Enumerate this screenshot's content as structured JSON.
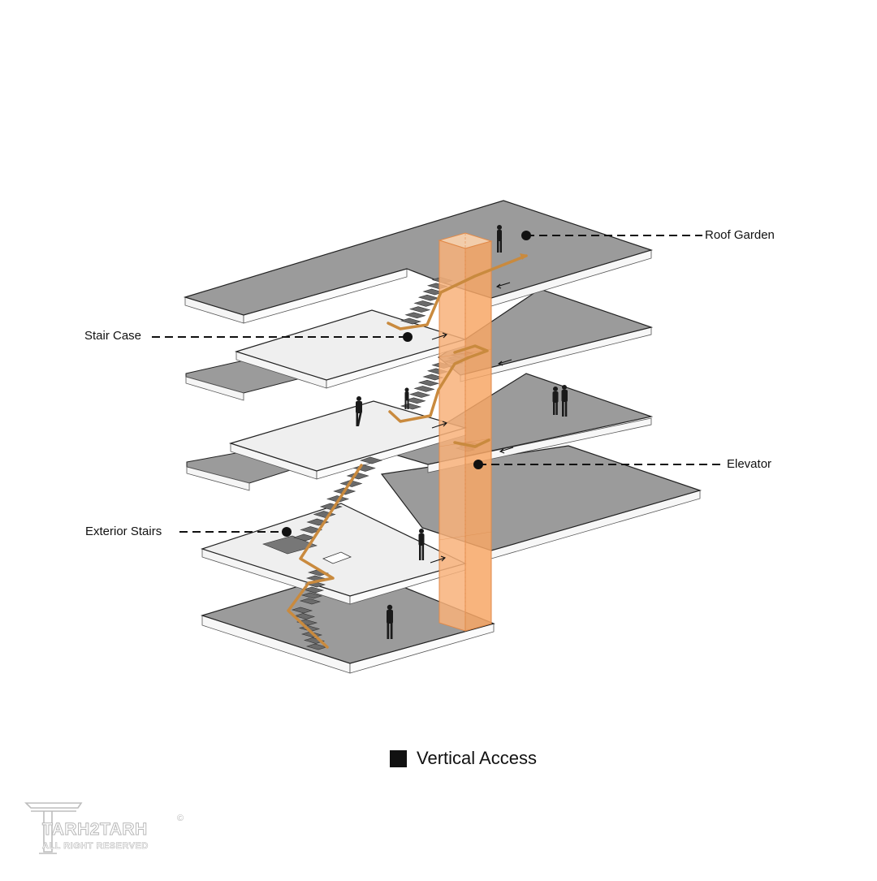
{
  "labels": {
    "roof_garden": "Roof Garden",
    "stair_case": "Stair Case",
    "elevator": "Elevator",
    "exterior_stairs": "Exterior Stairs"
  },
  "legend": {
    "text": "Vertical Access",
    "swatch_color": "#111111"
  },
  "watermark": {
    "name": "TARH2TARH",
    "rights": "ALL RIGHT RESERVED",
    "copyright": "©"
  },
  "colors": {
    "floor_dark": "#9b9b9b",
    "floor_light": "#efefef",
    "edge": "#f7f7f7",
    "elevator_fill": "#f8b27a",
    "path": "#c98a3e",
    "stair_tread": "#6b6b6b",
    "leader": "#111111"
  }
}
